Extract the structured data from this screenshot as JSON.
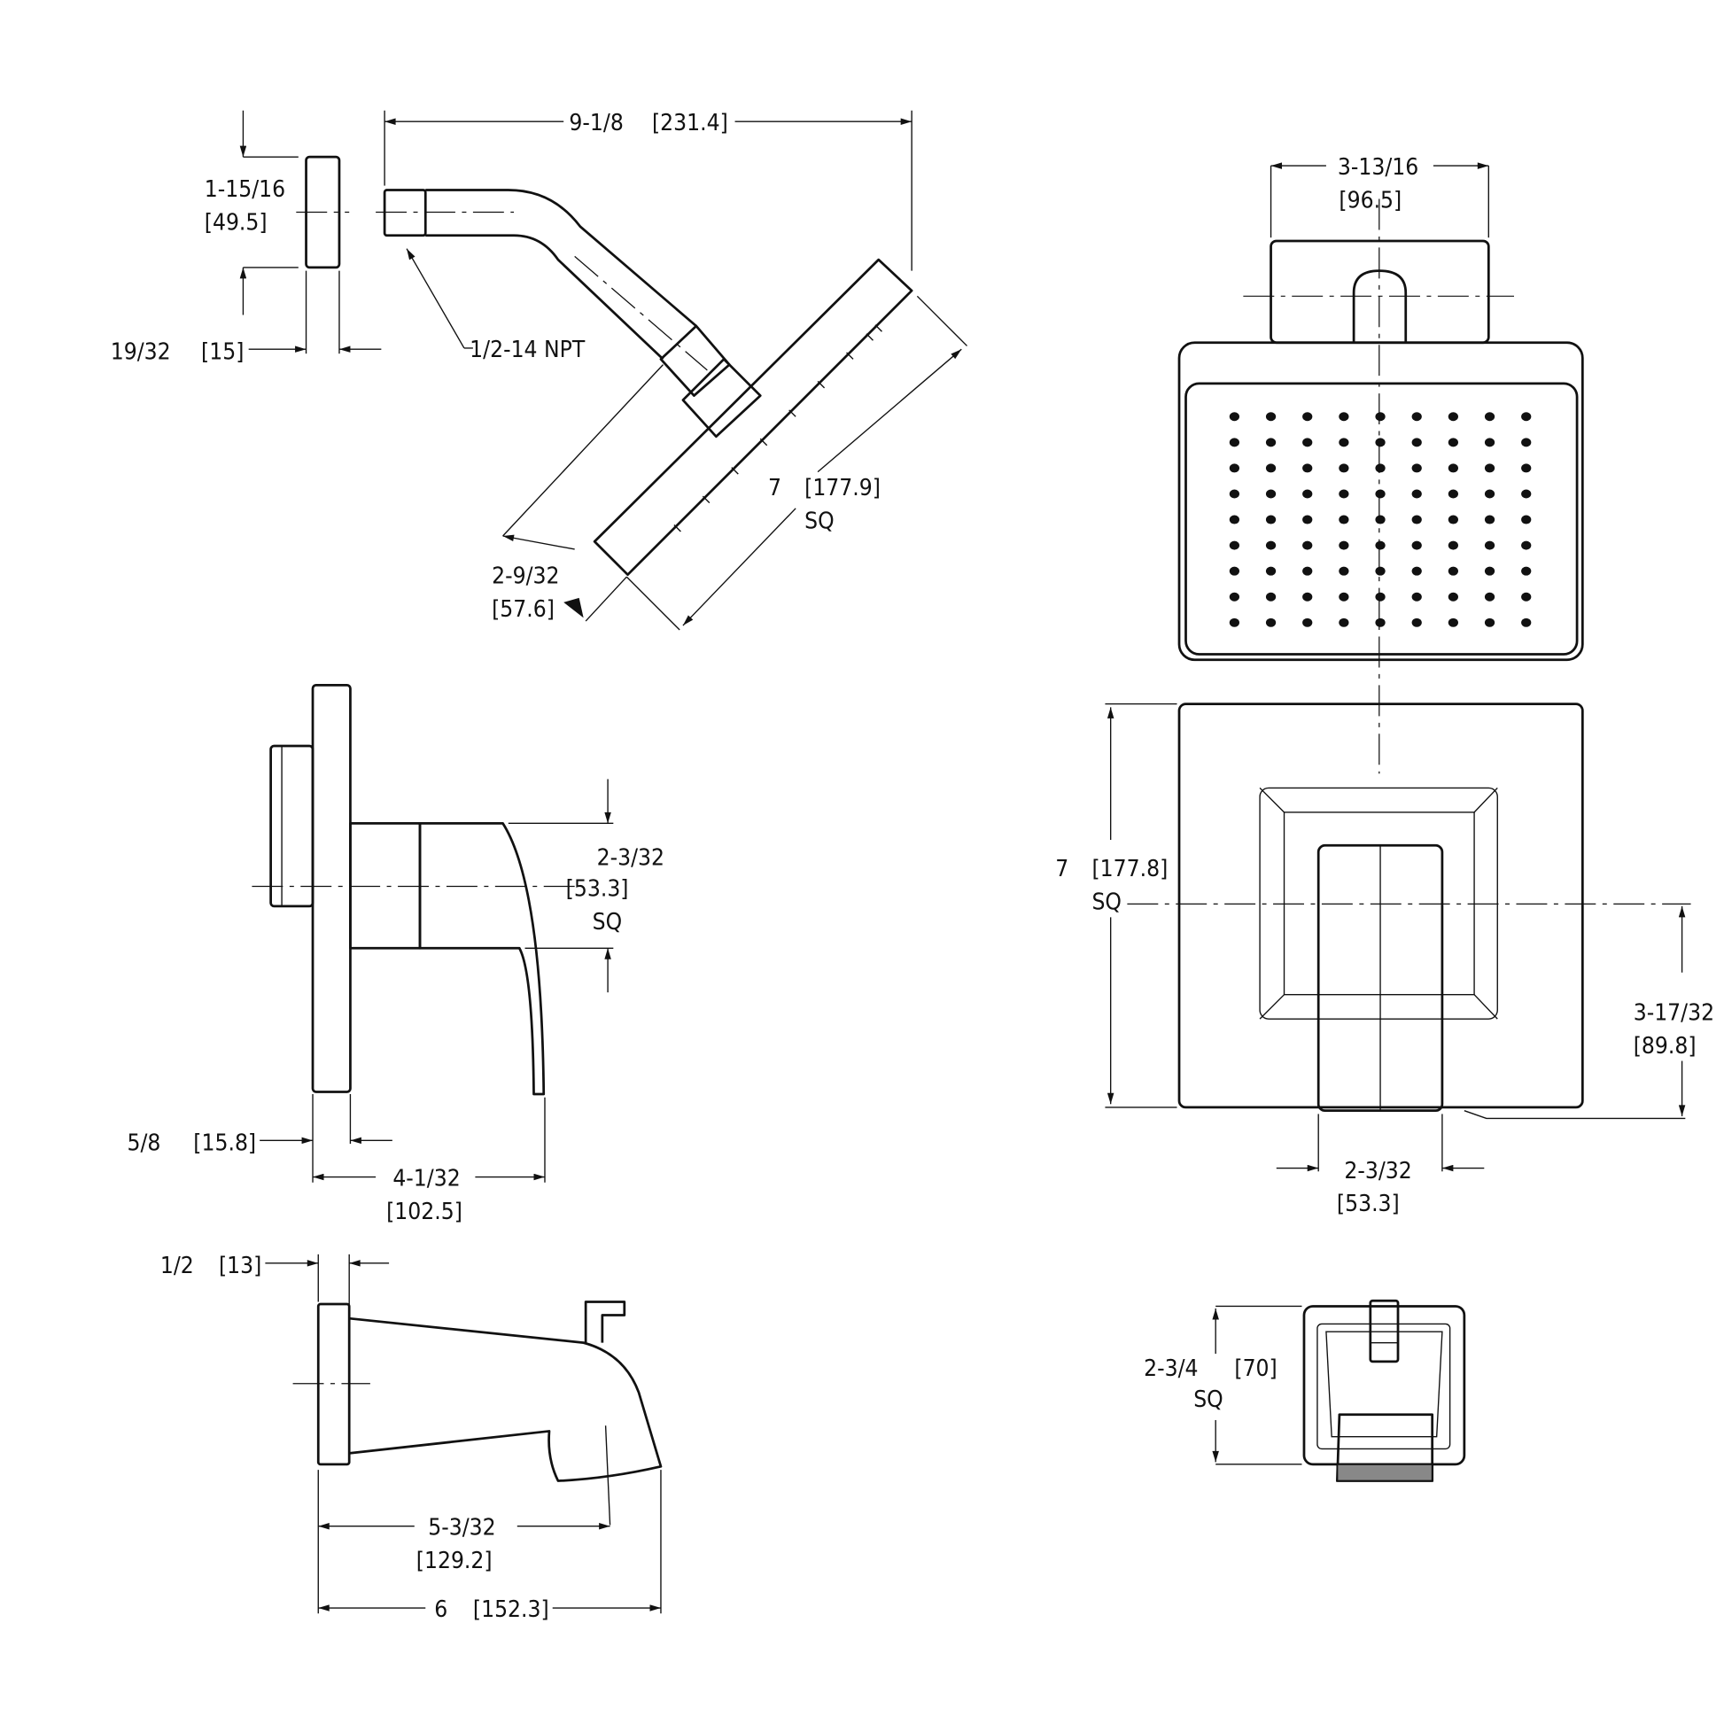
{
  "shower_arm_side": {
    "flange_height": "1-15/16",
    "flange_height_mm": "[49.5]",
    "flange_depth": "19/32",
    "flange_depth_mm": "[15]",
    "overall_reach": "9-1/8",
    "overall_reach_mm": "[231.4]",
    "thread": "1/2-14  NPT",
    "head_size": "7",
    "head_size_mm": "[177.9]",
    "head_sq": "SQ",
    "head_depth": "2-9/32",
    "head_depth_mm": "[57.6]"
  },
  "shower_head_front": {
    "arm_width": "3-13/16",
    "arm_width_mm": "[96.5]"
  },
  "valve_side": {
    "handle_size": "2-3/32",
    "handle_size_mm": "[53.3]",
    "handle_sq": "SQ",
    "plate_depth": "5/8",
    "plate_depth_mm": "[15.8]",
    "projection": "4-1/32",
    "projection_mm": "[102.5]"
  },
  "valve_front": {
    "plate_size": "7",
    "plate_size_mm": "[177.8]",
    "plate_sq": "SQ",
    "handle_drop": "3-17/32",
    "handle_drop_mm": "[89.8]",
    "handle_width": "2-3/32",
    "handle_width_mm": "[53.3]"
  },
  "tub_spout_side": {
    "flange_depth": "1/2",
    "flange_depth_mm": "[13]",
    "outlet_reach": "5-3/32",
    "outlet_reach_mm": "[129.2]",
    "overall_reach": "6",
    "overall_reach_mm": "[152.3]"
  },
  "tub_spout_front": {
    "size": "2-3/4",
    "size_mm": "[70]",
    "sq": "SQ"
  }
}
